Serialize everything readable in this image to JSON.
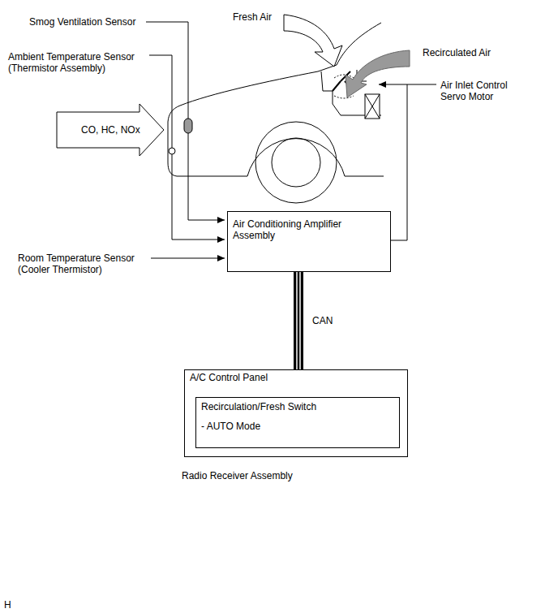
{
  "diagram": {
    "nodes": [
      {
        "text": [
          "Air Conditioning Amplifier Assembly"
        ]
      },
      {
        "text": [
          "A/C Control Panel"
        ]
      },
      {
        "text": [
          "Recirculation/Fresh Switch",
          "- AUTO Mode"
        ],
        "in": 1
      }
    ],
    "edges": [
      {
        "from": 0,
        "to": 1,
        "arrow": "none",
        "label": "CAN"
      }
    ],
    "labels": [
      "Smog Ventilation Sensor",
      "Fresh Air",
      "Ambient Temperature Sensor (Thermistor Assembly)",
      "Recirculated Air",
      "Air Inlet Control Servo Motor",
      "CO, HC, NOx",
      "Room Temperature Sensor (Cooler Thermistor)",
      "Radio Receiver Assembly",
      "H"
    ]
  }
}
